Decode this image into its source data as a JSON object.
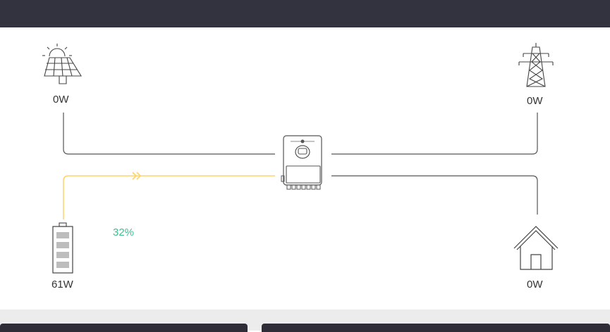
{
  "flow": {
    "solar": {
      "power": "0W",
      "icon": "solar-panel-icon"
    },
    "grid": {
      "power": "0W",
      "icon": "power-tower-icon"
    },
    "battery": {
      "power": "61W",
      "soc": "32%",
      "soc_fraction": 0.32,
      "icon": "battery-icon"
    },
    "load": {
      "power": "0W",
      "icon": "house-icon"
    },
    "inverter": {
      "icon": "inverter-icon"
    }
  },
  "colors": {
    "topbar": "#33323f",
    "line": "#555555",
    "active_flow": "#ffd36b",
    "soc_text": "#3dbf90",
    "bottom_bg": "#ececec",
    "card": "#2e2d38"
  }
}
